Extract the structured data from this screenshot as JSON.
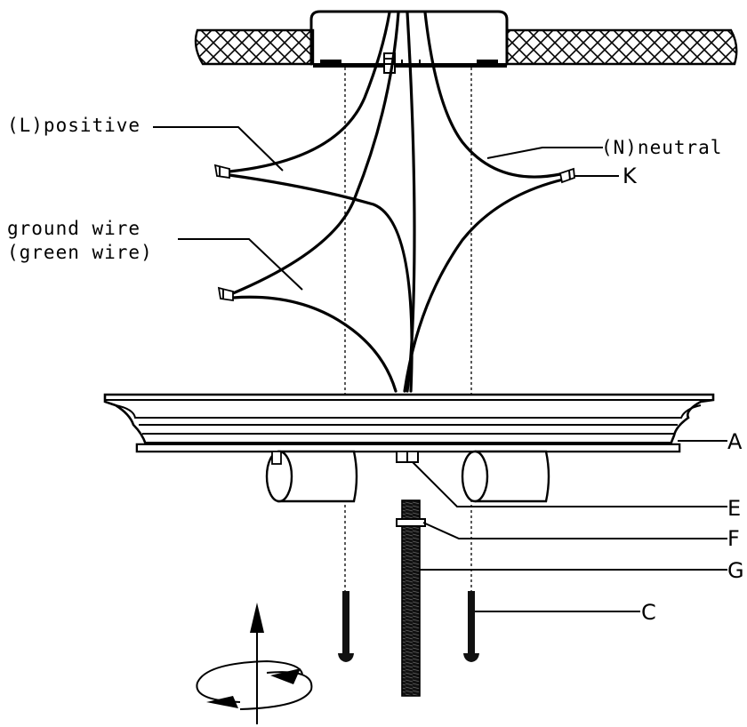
{
  "labels": {
    "positive": "(L)positive",
    "neutral": "(N)neutral",
    "ground_line1": "ground wire",
    "ground_line2": "(green wire)",
    "k": "K",
    "a": "A",
    "e": "E",
    "f": "F",
    "g": "G",
    "c": "C"
  },
  "icons": {
    "rotate": "rotate-arrow-icon"
  },
  "colors": {
    "ink": "#000000",
    "paper": "#ffffff"
  }
}
